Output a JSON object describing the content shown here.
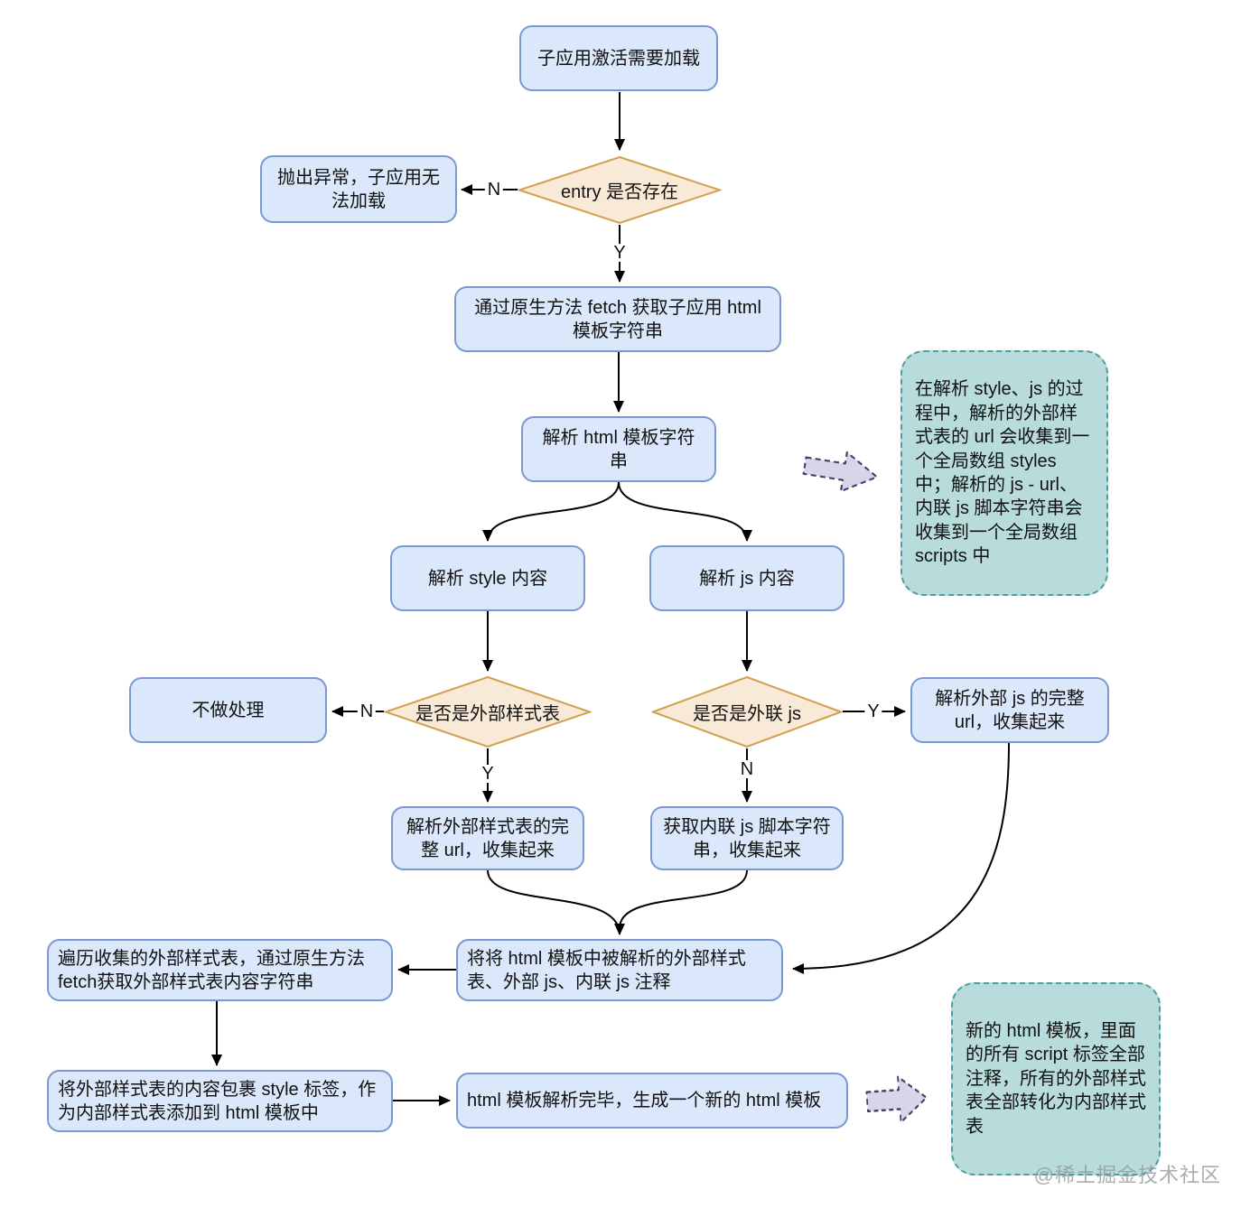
{
  "colors": {
    "process_fill": "#dbe8fb",
    "process_border": "#7b98d0",
    "decision_fill": "#f9ead7",
    "decision_border": "#d2a04e",
    "note_fill": "#b7dcdb",
    "note_border": "#4d9e9e",
    "arrow_fill": "#d9d4e7",
    "arrow_border": "#43406b",
    "connector": "#000000"
  },
  "flowchart": {
    "nodes": {
      "start": {
        "label": "子应用激活需要加载"
      },
      "entry_exists": {
        "label": "entry 是否存在"
      },
      "throw_error": {
        "label": "抛出异常，子应用无法加载"
      },
      "fetch_html": {
        "label": "通过原生方法 fetch 获取子应用 html 模板字符串"
      },
      "parse_html": {
        "label": "解析 html 模板字符串"
      },
      "parse_style": {
        "label": "解析 style 内容"
      },
      "parse_js": {
        "label": "解析 js 内容"
      },
      "is_external_style": {
        "label": "是否是外部样式表"
      },
      "no_action": {
        "label": "不做处理"
      },
      "collect_style_url": {
        "label": "解析外部样式表的完整 url，收集起来"
      },
      "is_external_js": {
        "label": "是否是外联 js"
      },
      "collect_js_url": {
        "label": "解析外部 js 的完整 url，收集起来"
      },
      "collect_inline_js": {
        "label": "获取内联 js 脚本字符串，收集起来"
      },
      "comment_out": {
        "label": "将将 html 模板中被解析的外部样式表、外部 js、内联 js 注释"
      },
      "fetch_styles": {
        "label": "遍历收集的外部样式表，通过原生方法fetch获取外部样式表内容字符串"
      },
      "wrap_style": {
        "label": "将外部样式表的内容包裹 style 标签，作为内部样式表添加到 html 模板中"
      },
      "done": {
        "label": "html 模板解析完毕，生成一个新的 html 模板"
      }
    },
    "edge_labels": {
      "entry_n": "N",
      "entry_y": "Y",
      "style_n": "N",
      "style_y": "Y",
      "js_y": "Y",
      "js_n": "N"
    },
    "notes": {
      "collect_note": "在解析 style、js 的过程中，解析的外部样式表的 url 会收集到一个全局数组 styles 中；解析的 js - url、内联 js 脚本字符串会收集到一个全局数组 scripts 中",
      "result_note": "新的 html 模板，里面的所有 script 标签全部注释，所有的外部样式表全部转化为内部样式表"
    },
    "watermark": "@稀土掘金技术社区"
  }
}
